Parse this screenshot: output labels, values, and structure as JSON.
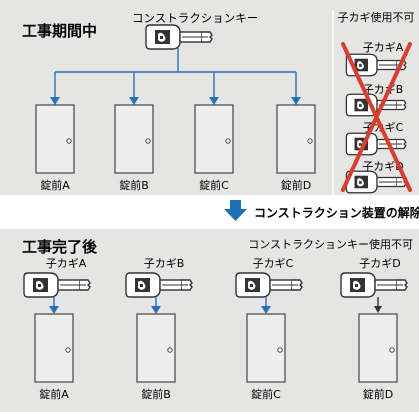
{
  "top_panel": {
    "title": "工事期間中",
    "master_key_label": "コンストラクションキー",
    "locks": [
      "錠前A",
      "錠前B",
      "錠前C",
      "錠前D"
    ],
    "side_title": "子カギ使用不可",
    "side_keys": [
      "子カギA",
      "子カギB",
      "子カギC",
      "子カギD"
    ]
  },
  "transition": {
    "label": "コンストラクション装置の解除"
  },
  "bottom_panel": {
    "title": "工事完了後",
    "note": "コンストラクションキー使用不可",
    "keys": [
      "子カギA",
      "子カギB",
      "子カギC",
      "子カギD"
    ],
    "locks": [
      "錠前A",
      "錠前B",
      "錠前C",
      "錠前D"
    ]
  },
  "colors": {
    "panel_bg": "#e5e5e4",
    "arrow_blue": "#1c6fb7",
    "line_blue": "#2873b8",
    "cross_red": "#e03a2c",
    "door_fill": "#eeeeee"
  }
}
